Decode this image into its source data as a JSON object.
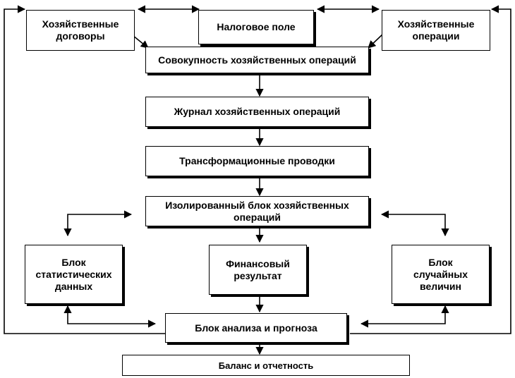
{
  "diagram": {
    "nodes": {
      "contracts": "Хозяйственные договоры",
      "tax_field": "Налоговое поле",
      "operations": "Хозяйственные операции",
      "aggregate": "Совокупность хозяйственных операций",
      "journal": "Журнал хозяйственных операций",
      "transform": "Трансформационные проводки",
      "isolated": "Изолированный блок хозяйственных операций",
      "statistics": "Блок статистических данных",
      "financial": "Финансовый результат",
      "random": "Блок случайных величин",
      "analysis": "Блок анализа и прогноза",
      "balance": "Баланс и отчетность"
    },
    "colors": {
      "line": "#000000",
      "box_fill": "#ffffff",
      "text": "#000000"
    }
  }
}
